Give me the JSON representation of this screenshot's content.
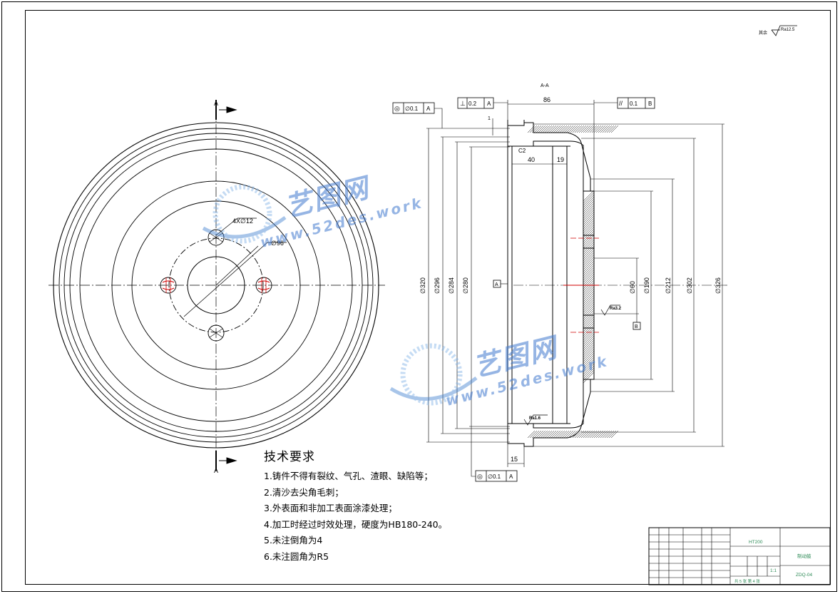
{
  "roughness_note": {
    "prefix": "其余",
    "value": "Ra12.5"
  },
  "tech_requirements": {
    "title": "技术要求",
    "items": [
      "1.铸件不得有裂纹、气孔、渣眼、缺陷等；",
      "2.清沙去尖角毛刺；",
      "3.外表面和非加工表面涂漆处理；",
      "4.加工时经过时效处理，硬度为HB180-240。",
      "5.未注倒角为4",
      "6.未注圆角为R5"
    ]
  },
  "front_view": {
    "section_mark": "A",
    "hole_callout": "4X∅12",
    "pcd_label": "∅96"
  },
  "section_view": {
    "section_label": "A-A",
    "tolerance_frames": [
      {
        "symbol": "◎",
        "value": "∅0.1",
        "datum": "A"
      },
      {
        "symbol": "⊥",
        "value": "0.2",
        "datum": "A"
      },
      {
        "symbol": "//",
        "value": "0.1",
        "datum": "B"
      },
      {
        "symbol": "◎",
        "value": "∅0.1",
        "datum": "A"
      }
    ],
    "datum_a": "A",
    "datum_b": "B",
    "linear_dims": {
      "overall_length": "86",
      "inner_a": "40",
      "inner_b": "19",
      "flange": "15",
      "chamfer": "C2",
      "small_step": "1"
    },
    "diameters": [
      "∅320",
      "∅296",
      "∅284",
      "∅280",
      "∅60",
      "∅190",
      "∅212",
      "∅302",
      "∅326"
    ],
    "roughness_marks": [
      "Ra1.6",
      "Ra3.2"
    ]
  },
  "watermark": {
    "brand": "艺图网",
    "url": "www.52des.work"
  },
  "title_block": {
    "material": "HT200",
    "part_name": "制动鼓",
    "drawing_no": "ZDQ-04",
    "scale": "1:1",
    "sheet_info": "共 5 张  第 4 张"
  }
}
